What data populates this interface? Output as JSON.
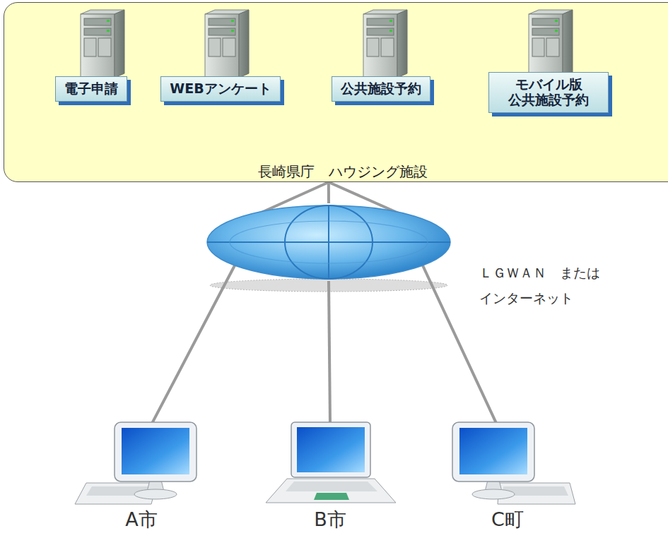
{
  "diagram": {
    "nodes": [
      {
        "text": [
          "長崎県庁　ハウジング施設"
        ]
      },
      {
        "text": [
          "電子申請"
        ],
        "in": 0
      },
      {
        "text": [
          "WEBアンケート"
        ],
        "in": 0
      },
      {
        "text": [
          "公共施設予約"
        ],
        "in": 0
      },
      {
        "text": [
          "モバイル版 公共施設予約"
        ],
        "in": 0
      },
      {
        "text": [
          "ＬＧＷＡＮ　または インターネット"
        ]
      },
      {
        "text": [
          "A市"
        ]
      },
      {
        "text": [
          "B市"
        ]
      },
      {
        "text": [
          "C町"
        ]
      }
    ],
    "edges": [
      {
        "from": 0,
        "to": 5,
        "arrow": "none"
      },
      {
        "from": 5,
        "to": 6,
        "arrow": "none"
      },
      {
        "from": 5,
        "to": 7,
        "arrow": "none"
      },
      {
        "from": 5,
        "to": 8,
        "arrow": "none"
      }
    ]
  }
}
